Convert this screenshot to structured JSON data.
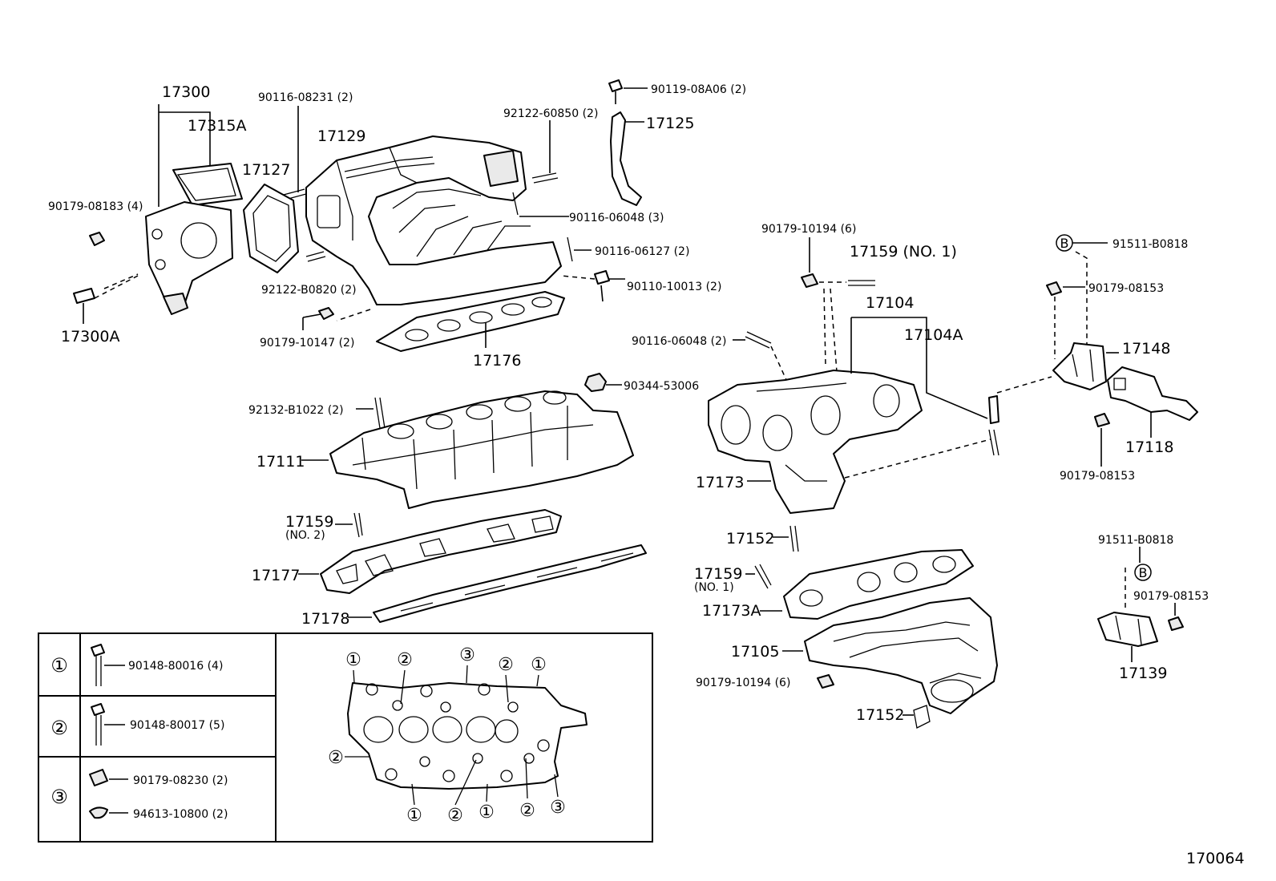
{
  "labels": {
    "l17300": "17300",
    "l17315A": "17315A",
    "l90179_08183": "90179-08183 (4)",
    "l17300A": "17300A",
    "l90116_08231": "90116-08231 (2)",
    "l17127": "17127",
    "l17129": "17129",
    "l92122_B0820": "92122-B0820 (2)",
    "l90179_10147": "90179-10147 (2)",
    "l17176": "17176",
    "l92122_60850": "92122-60850 (2)",
    "l90119_08A06": "90119-08A06 (2)",
    "l17125": "17125",
    "l90116_06048_3": "90116-06048 (3)",
    "l90116_06127": "90116-06127 (2)",
    "l90110_10013": "90110-10013 (2)",
    "l90344_53006": "90344-53006",
    "l92132_B1022": "92132-B1022 (2)",
    "l17111": "17111",
    "l17159_no2_a": "17159",
    "l17159_no2_b": "(NO. 2)",
    "l17177": "17177",
    "l17178": "17178",
    "l90179_10194_top": "90179-10194 (6)",
    "l17159_no1_top": "17159 (NO. 1)",
    "l17104": "17104",
    "l17104A": "17104A",
    "l90116_06048_2": "90116-06048 (2)",
    "l17173": "17173",
    "l17152_top": "17152",
    "l17159_no1_a": "17159",
    "l17159_no1_b": "(NO. 1)",
    "l17173A": "17173A",
    "l17105": "17105",
    "l90179_10194_bot": "90179-10194 (6)",
    "l17152_bot": "17152",
    "l91511_B0818_top": "91511-B0818",
    "l90179_08153_a": "90179-08153",
    "l17148": "17148",
    "l17118": "17118",
    "l90179_08153_b": "90179-08153",
    "l91511_B0818_bot": "91511-B0818",
    "l90179_08153_c": "90179-08153",
    "l17139": "17139",
    "markB": "B",
    "figure_no": "170064"
  },
  "legend": {
    "rows": [
      {
        "key": "①",
        "parts": [
          "90148-80016 (4)"
        ]
      },
      {
        "key": "②",
        "parts": [
          "90148-80017 (5)"
        ]
      },
      {
        "key": "③",
        "parts": [
          "90179-08230 (2)",
          "94613-10800 (2)"
        ]
      }
    ]
  },
  "bolt_diagram_marks": [
    "①",
    "②",
    "③"
  ]
}
